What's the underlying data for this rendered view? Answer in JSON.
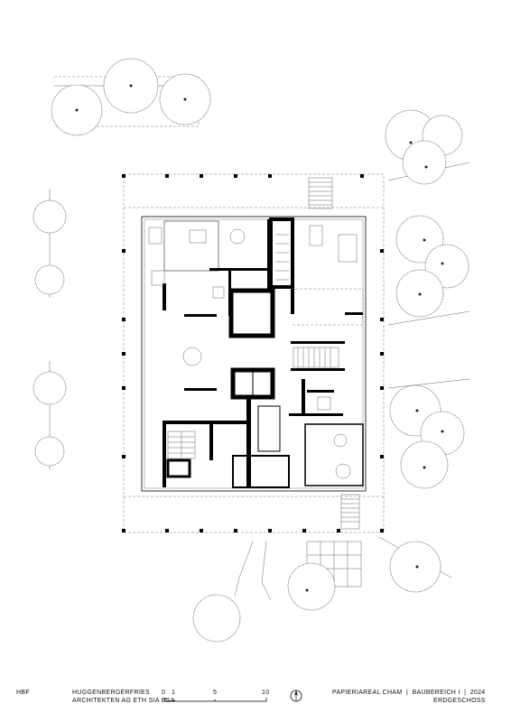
{
  "footer": {
    "office_short": "HBF",
    "office_line1": "HUGGENBERGERFRIES",
    "office_line2": "ARCHITEKTEN AG ETH SIA BSA",
    "scale_labels": [
      "0",
      "1",
      "5",
      "10"
    ],
    "project": "PAPIERIAREAL CHAM",
    "phase": "BAUBEREICH I",
    "year": "2024",
    "sep": "|",
    "drawing": "ERDGESCHOSS"
  },
  "icons": {
    "north_arrow": "north-arrow-icon"
  }
}
